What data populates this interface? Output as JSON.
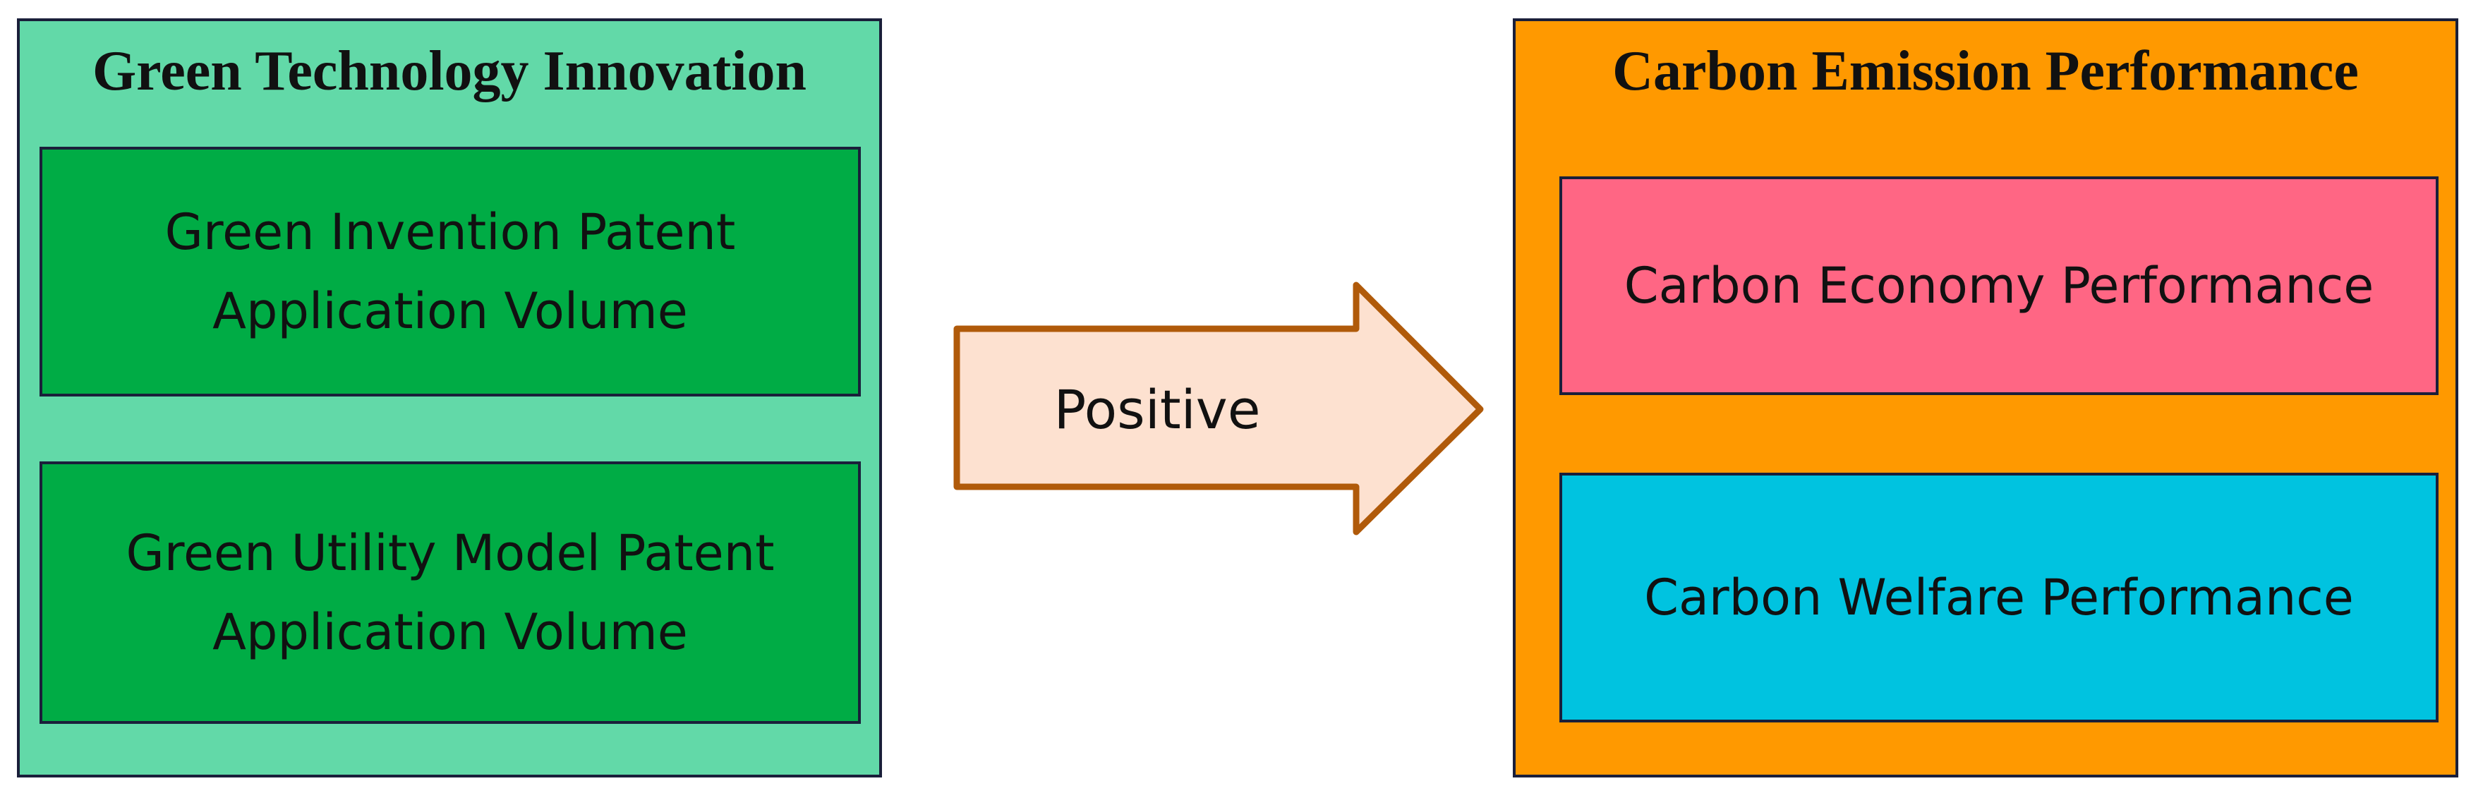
{
  "left_group": {
    "title": "Green Technology Innovation",
    "fill": "#62d9a8",
    "items": [
      {
        "line1": "Green Invention Patent",
        "line2": "Application Volume",
        "fill": "#00ac45"
      },
      {
        "line1": "Green Utility Model Patent",
        "line2": "Application Volume",
        "fill": "#00ac45"
      }
    ]
  },
  "arrow": {
    "label": "Positive",
    "fill": "#fde1d0",
    "stroke": "#b05a0a"
  },
  "right_group": {
    "title": "Carbon Emission Performance",
    "fill": "#ff9900",
    "items": [
      {
        "label": "Carbon Economy Performance",
        "fill": "#ff6684"
      },
      {
        "label": "Carbon Welfare Performance",
        "fill": "#00c3e0"
      }
    ]
  }
}
